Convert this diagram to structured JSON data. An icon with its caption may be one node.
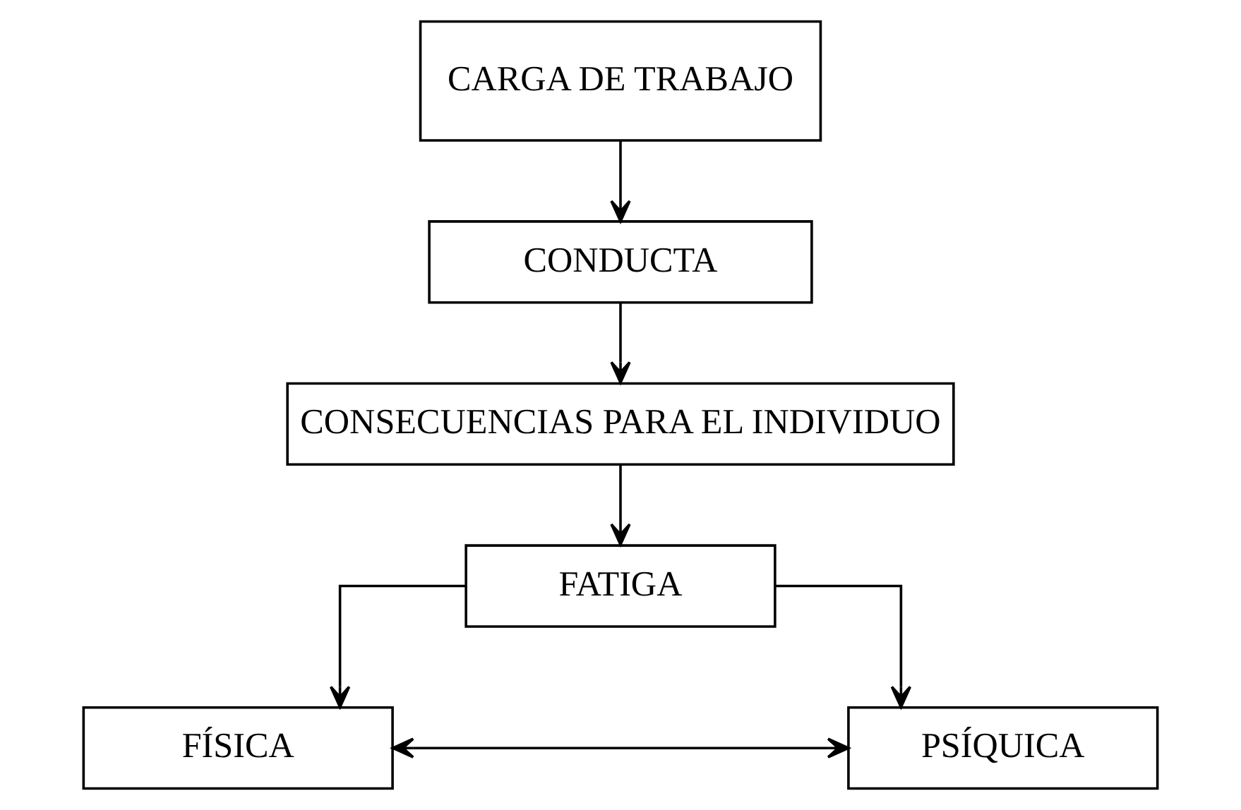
{
  "diagram": {
    "nodes": [
      {
        "text": [
          "CARGA DE TRABAJO"
        ]
      },
      {
        "text": [
          "CONDUCTA"
        ]
      },
      {
        "text": [
          "CONSECUENCIAS PARA EL INDIVIDUO"
        ]
      },
      {
        "text": [
          "FATIGA"
        ]
      },
      {
        "text": [
          "FÍSICA"
        ]
      },
      {
        "text": [
          "PSÍQUICA"
        ]
      }
    ],
    "edges": [
      {
        "from": 0,
        "to": 1,
        "arrow": "to"
      },
      {
        "from": 1,
        "to": 2,
        "arrow": "to"
      },
      {
        "from": 2,
        "to": 3,
        "arrow": "to"
      },
      {
        "from": 3,
        "to": 4,
        "arrow": "to"
      },
      {
        "from": 3,
        "to": 5,
        "arrow": "to"
      },
      {
        "from": 4,
        "to": 5,
        "arrow": "both"
      }
    ]
  }
}
